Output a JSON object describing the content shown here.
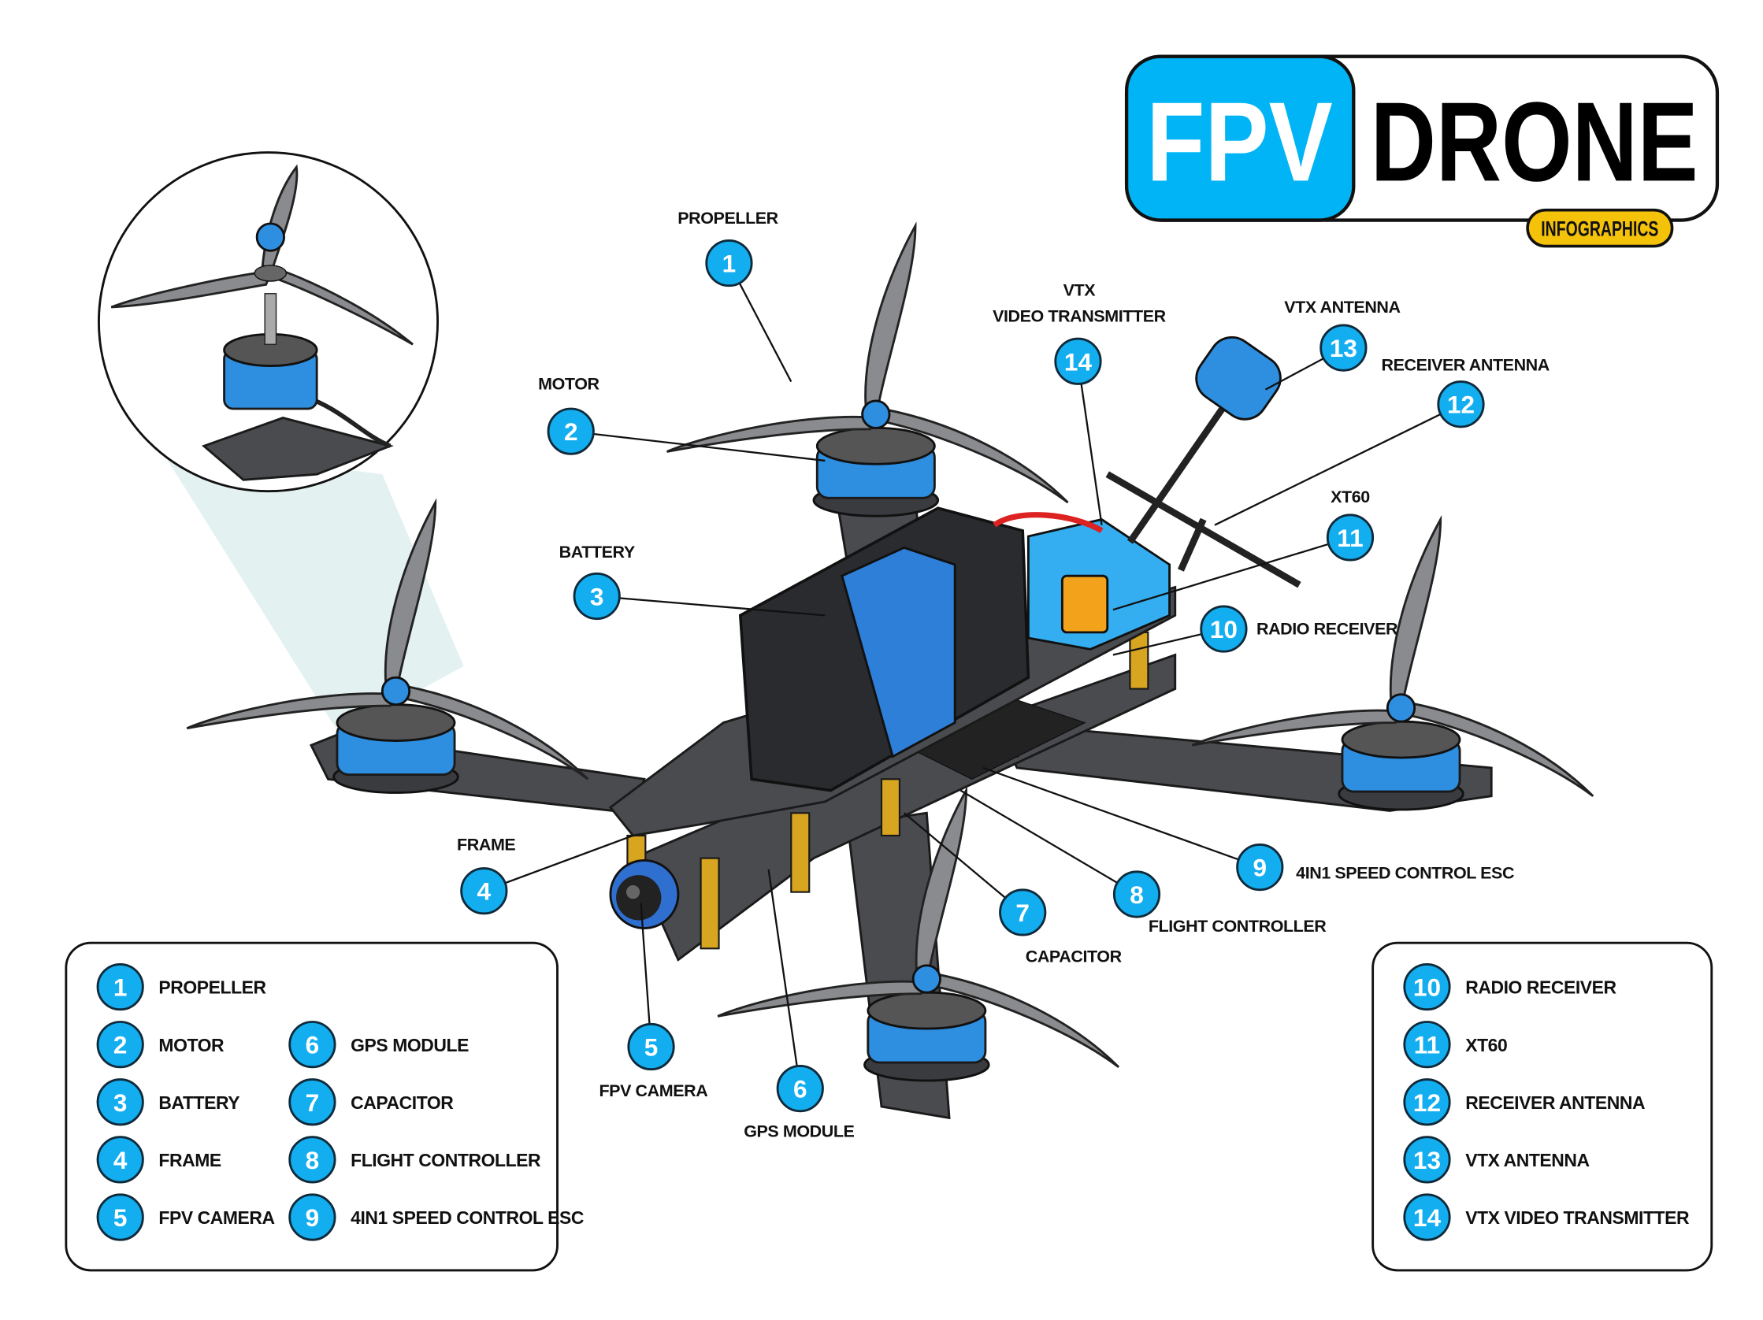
{
  "logo": {
    "part1": "FPV",
    "part2": "DRONE",
    "tag": "INFOGRAPHICS"
  },
  "colors": {
    "accent": "#13aef0",
    "logo_blue": "#00b4f5",
    "tag_yellow": "#f5c20a",
    "motor_blue": "#2e8fe0"
  },
  "callouts": [
    {
      "num": "1",
      "label": "PROPELLER"
    },
    {
      "num": "2",
      "label": "MOTOR"
    },
    {
      "num": "3",
      "label": "BATTERY"
    },
    {
      "num": "4",
      "label": "FRAME"
    },
    {
      "num": "5",
      "label": "FPV CAMERA"
    },
    {
      "num": "6",
      "label": "GPS MODULE"
    },
    {
      "num": "7",
      "label": "CAPACITOR"
    },
    {
      "num": "8",
      "label": "FLIGHT CONTROLLER"
    },
    {
      "num": "9",
      "label": "4IN1 SPEED CONTROL ESC"
    },
    {
      "num": "10",
      "label": "RADIO RECEIVER"
    },
    {
      "num": "11",
      "label": "XT60"
    },
    {
      "num": "12",
      "label": "RECEIVER ANTENNA"
    },
    {
      "num": "13",
      "label": "VTX ANTENNA"
    },
    {
      "num": "14",
      "label": "VTX",
      "label2": "VIDEO TRANSMITTER"
    }
  ],
  "legend_left": [
    {
      "num": "1",
      "label": "PROPELLER"
    },
    {
      "num": "2",
      "label": "MOTOR"
    },
    {
      "num": "3",
      "label": "BATTERY"
    },
    {
      "num": "4",
      "label": "FRAME"
    },
    {
      "num": "5",
      "label": "FPV CAMERA"
    },
    {
      "num": "6",
      "label": "GPS MODULE"
    },
    {
      "num": "7",
      "label": "CAPACITOR"
    },
    {
      "num": "8",
      "label": "FLIGHT CONTROLLER"
    },
    {
      "num": "9",
      "label": "4IN1 SPEED CONTROL ESC"
    }
  ],
  "legend_right": [
    {
      "num": "10",
      "label": "RADIO RECEIVER"
    },
    {
      "num": "11",
      "label": "XT60"
    },
    {
      "num": "12",
      "label": "RECEIVER ANTENNA"
    },
    {
      "num": "13",
      "label": "VTX ANTENNA"
    },
    {
      "num": "14",
      "label": "VTX VIDEO TRANSMITTER"
    }
  ]
}
